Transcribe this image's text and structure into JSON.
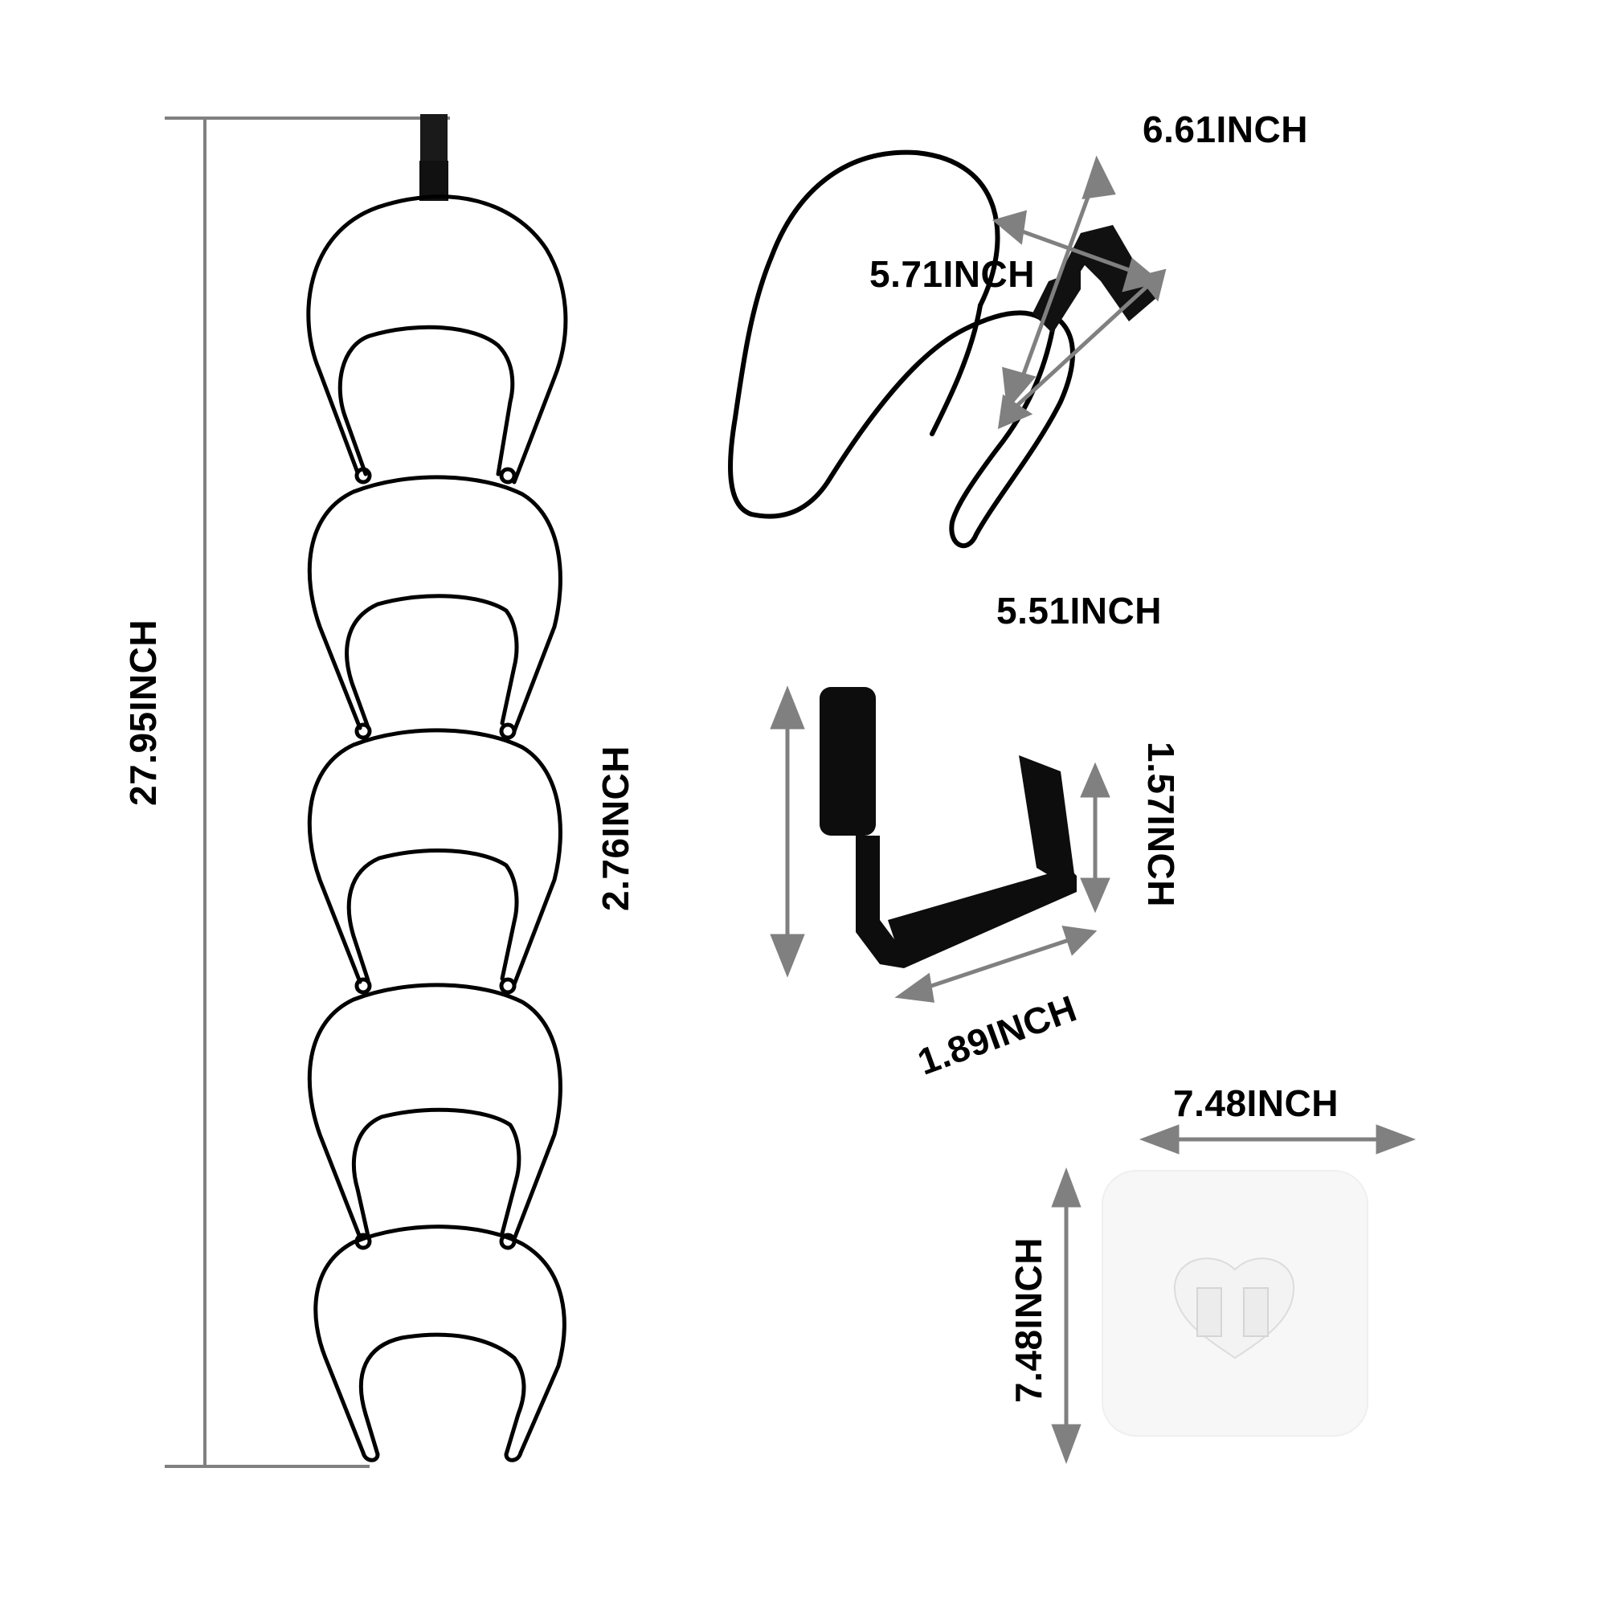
{
  "diagram": {
    "type": "product-dimension-diagram",
    "colors": {
      "wire": "#000000",
      "dimension_arrow": "#808080",
      "pad": "#f7f7f7",
      "background": "#ffffff"
    },
    "full_rack": {
      "loops": 5,
      "height_label": "27.95INCH"
    },
    "single_loop": {
      "height_label": "6.61INCH",
      "width_label": "5.71INCH",
      "depth_label": "5.51INCH"
    },
    "door_hook": {
      "height_label": "2.76INCH",
      "inner_height_label": "1.57INCH",
      "width_label": "1.89INCH"
    },
    "adhesive_pad": {
      "width_label": "7.48INCH",
      "height_label": "7.48INCH"
    }
  }
}
